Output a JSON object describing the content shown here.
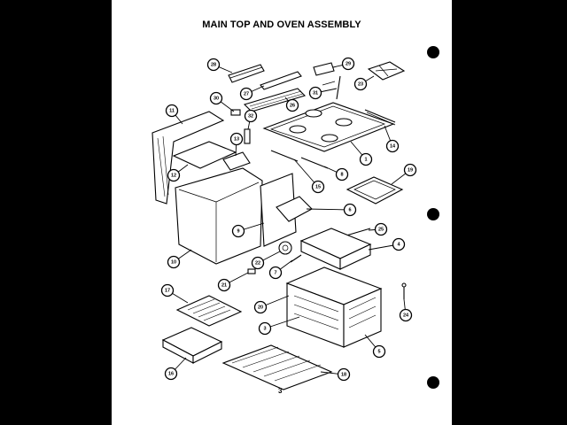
{
  "page": {
    "title": "MAIN TOP AND OVEN ASSEMBLY",
    "page_number": "3"
  },
  "callouts": [
    {
      "label": "28"
    },
    {
      "label": "29"
    },
    {
      "label": "27"
    },
    {
      "label": "31"
    },
    {
      "label": "26"
    },
    {
      "label": "23"
    },
    {
      "label": "30"
    },
    {
      "label": "32"
    },
    {
      "label": "11"
    },
    {
      "label": "13"
    },
    {
      "label": "14"
    },
    {
      "label": "12"
    },
    {
      "label": "1"
    },
    {
      "label": "8"
    },
    {
      "label": "15"
    },
    {
      "label": "19"
    },
    {
      "label": "6"
    },
    {
      "label": "9"
    },
    {
      "label": "25"
    },
    {
      "label": "10"
    },
    {
      "label": "22"
    },
    {
      "label": "4"
    },
    {
      "label": "7"
    },
    {
      "label": "21"
    },
    {
      "label": "17"
    },
    {
      "label": "20"
    },
    {
      "label": "24"
    },
    {
      "label": "3"
    },
    {
      "label": "5"
    },
    {
      "label": "16"
    },
    {
      "label": "18"
    }
  ]
}
